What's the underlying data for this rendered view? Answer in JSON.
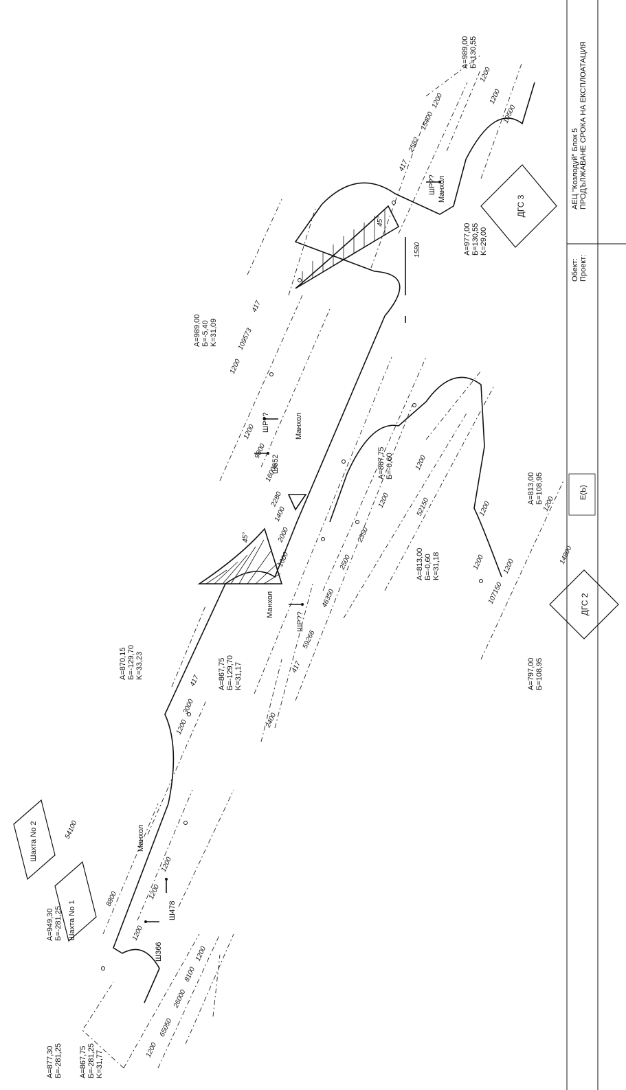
{
  "coordinates": [
    {
      "id": "c1",
      "lines": [
        "A=949,30",
        "Б=-281,25"
      ]
    },
    {
      "id": "c2",
      "lines": [
        "A=877,30",
        "Б=-281,25"
      ]
    },
    {
      "id": "c3",
      "lines": [
        "A=867,75",
        "Б=-281,25",
        "K=31,77"
      ]
    },
    {
      "id": "c4",
      "lines": [
        "A=867,75",
        "Б=-129,70",
        "K=31,17"
      ]
    },
    {
      "id": "c5",
      "lines": [
        "A=870,15",
        "Б=-129,70",
        "K=33,23"
      ]
    },
    {
      "id": "c6",
      "lines": [
        "A=813,00",
        "Б=-0,60",
        "K=31,18"
      ]
    },
    {
      "id": "c7",
      "lines": [
        "A=797,00",
        "Б=108,95"
      ]
    },
    {
      "id": "c8",
      "lines": [
        "A=813,00",
        "Б=108,95"
      ]
    },
    {
      "id": "c9",
      "lines": [
        "A=867,75",
        "Б=-0,60"
      ]
    },
    {
      "id": "c10",
      "lines": [
        "A=989,00",
        "Б=-5,40",
        "K=31,09"
      ]
    },
    {
      "id": "c11",
      "lines": [
        "A=977,00",
        "Б=130,55",
        "K=29,00"
      ]
    },
    {
      "id": "c12",
      "lines": [
        "A=989,00",
        "Б=130,55"
      ]
    }
  ],
  "structures": {
    "shaft1": "Шахта No 1",
    "shaft2": "Шахта No 2",
    "dgs2": "ДГС 2",
    "dgs3": "ДГС 3"
  },
  "manholes": {
    "m1": "Манхол",
    "m2": "Манхол",
    "m3": "Манхол",
    "m4": "Манхол"
  },
  "supports": {
    "s1": "Ш366",
    "s2": "Ш478",
    "s3": "ШР??",
    "s4": "Ш652",
    "s5": "ШР??",
    "s6": "ШР??"
  },
  "dimensions": {
    "d1": "1200",
    "d2": "65050",
    "d3": "26000",
    "d4": "8100",
    "d5": "1200",
    "d6": "1200",
    "d7": "1200",
    "d8": "1200",
    "d9": "1200",
    "d10": "3000",
    "d11": "417",
    "d12": "2400",
    "d13": "417",
    "d14": "59266",
    "d15": "46350",
    "d16": "2500",
    "d17": "2350",
    "d18": "1200",
    "d19": "1000",
    "d20": "2000",
    "d21": "1400",
    "d22": "2280",
    "d23": "16000",
    "d24": "9800",
    "d25": "1200",
    "d26": "1200",
    "d27": "109573",
    "d28": "417",
    "d29": "1200",
    "d30": "52150",
    "d31": "1200",
    "d32": "1200",
    "d33": "107150",
    "d34": "1200",
    "d35": "1200",
    "d36": "14800",
    "d37": "1580",
    "d38": "417",
    "d39": "2582",
    "d40": "15400",
    "d41": "1200",
    "d42": "1200",
    "d43": "10500",
    "d44": "1200",
    "d45": "8800",
    "d46": "54100",
    "d47": "45°",
    "d48": "45°"
  },
  "title_block": {
    "label_object": "Обект:",
    "label_project": "Проект:",
    "object_value": "АЕЦ \"Козлодуй\" Блок 5",
    "project_value": "ПРОДЪЛЖАВАНЕ СРОКА НА ЕКСПЛОАТАЦИЯ",
    "mark": "Е(Ь)"
  }
}
